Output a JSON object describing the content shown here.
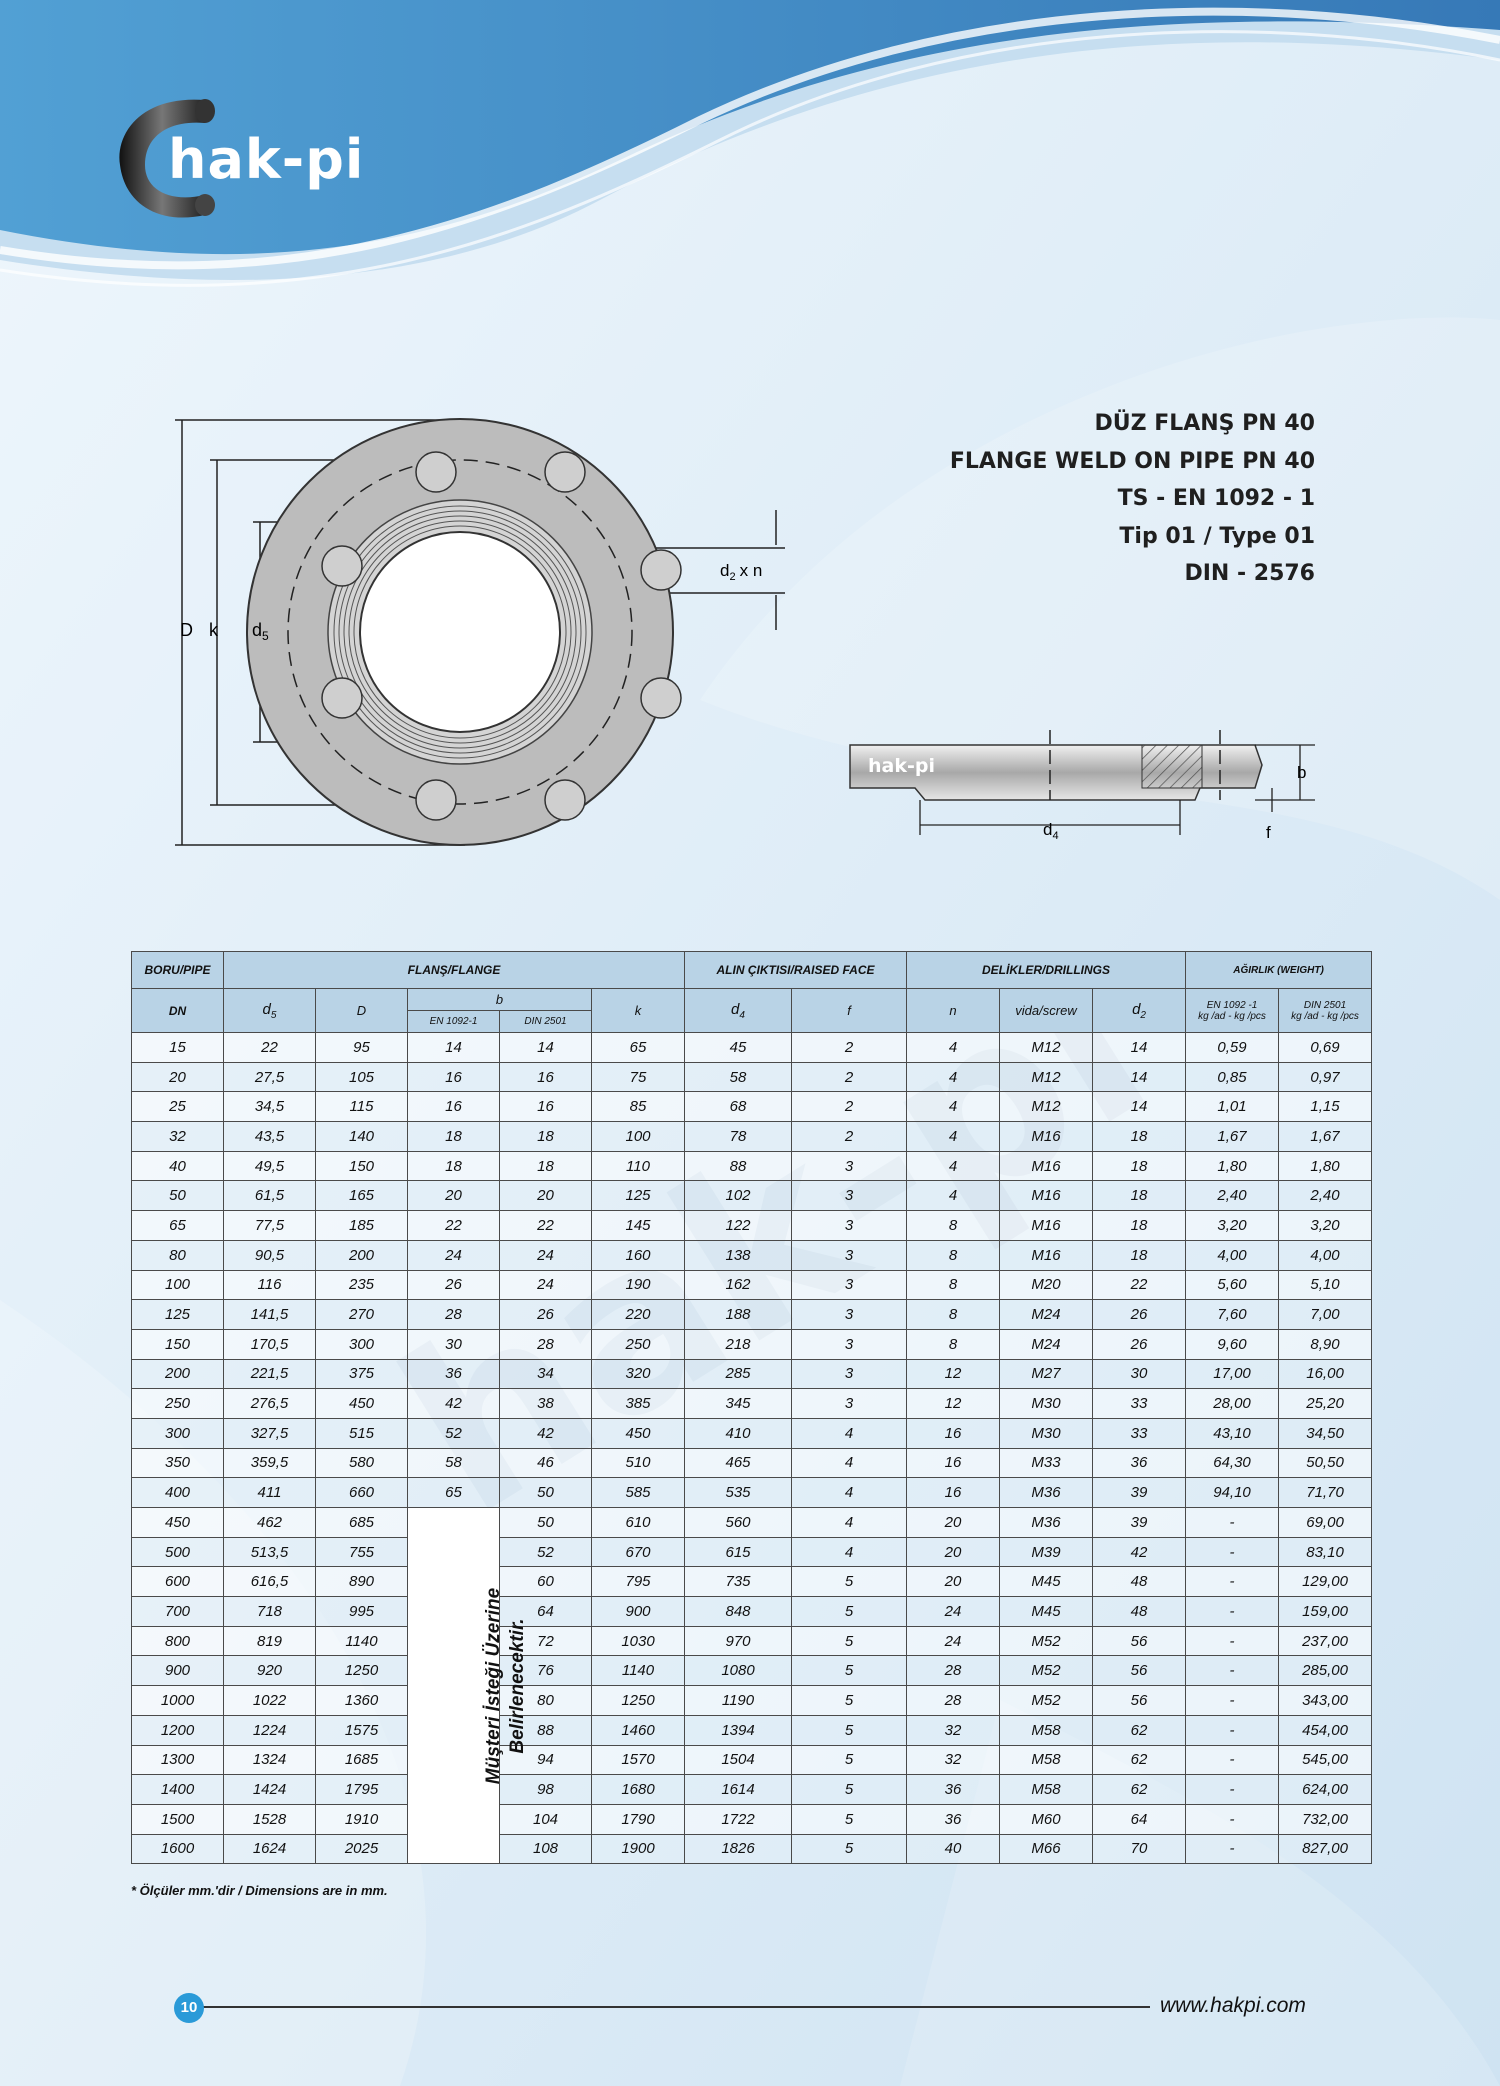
{
  "brand": {
    "logo_text": "hak-pi"
  },
  "titles": [
    "DÜZ FLANŞ PN 40",
    "FLANGE WELD ON PIPE PN 40",
    "TS - EN 1092 - 1",
    "Tip 01 / Type 01",
    "DIN - 2576"
  ],
  "diagram": {
    "front_labels": {
      "D": "D",
      "k": "k",
      "d5": "d",
      "d5_sub": "5",
      "d2": "d",
      "d2_sub": "2",
      "d2_suffix": "x n"
    },
    "side_labels": {
      "b": "b",
      "f": "f",
      "d4": "d",
      "d4_sub": "4",
      "logo": "hak-pi"
    }
  },
  "table": {
    "groups": {
      "pipe": "BORU/PIPE",
      "flange": "FLANŞ/FLANGE",
      "raised": "ALIN ÇIKTISI/RAISED FACE",
      "drill": "DELİKLER/DRILLINGS",
      "weight": "AĞIRLIK  (WEIGHT)"
    },
    "cols": {
      "dn": "DN",
      "d5": "d",
      "d5_sub": "5",
      "D": "D",
      "b": "b",
      "b_en": "EN 1092-1",
      "b_din": "DIN 2501",
      "k": "k",
      "d4": "d",
      "d4_sub": "4",
      "f": "f",
      "n": "n",
      "screw": "vida/screw",
      "d2": "d",
      "d2_sub": "2",
      "w_en": "EN 1092 -1",
      "w_din": "DIN 2501",
      "w_unit": "kg /ad - kg /pcs"
    },
    "note": [
      "Müşteri İsteği Üzerine",
      "Belirlenecektir."
    ],
    "rows": [
      [
        "15",
        "22",
        "95",
        "14",
        "14",
        "65",
        "45",
        "2",
        "4",
        "M12",
        "14",
        "0,59",
        "0,69"
      ],
      [
        "20",
        "27,5",
        "105",
        "16",
        "16",
        "75",
        "58",
        "2",
        "4",
        "M12",
        "14",
        "0,85",
        "0,97"
      ],
      [
        "25",
        "34,5",
        "115",
        "16",
        "16",
        "85",
        "68",
        "2",
        "4",
        "M12",
        "14",
        "1,01",
        "1,15"
      ],
      [
        "32",
        "43,5",
        "140",
        "18",
        "18",
        "100",
        "78",
        "2",
        "4",
        "M16",
        "18",
        "1,67",
        "1,67"
      ],
      [
        "40",
        "49,5",
        "150",
        "18",
        "18",
        "110",
        "88",
        "3",
        "4",
        "M16",
        "18",
        "1,80",
        "1,80"
      ],
      [
        "50",
        "61,5",
        "165",
        "20",
        "20",
        "125",
        "102",
        "3",
        "4",
        "M16",
        "18",
        "2,40",
        "2,40"
      ],
      [
        "65",
        "77,5",
        "185",
        "22",
        "22",
        "145",
        "122",
        "3",
        "8",
        "M16",
        "18",
        "3,20",
        "3,20"
      ],
      [
        "80",
        "90,5",
        "200",
        "24",
        "24",
        "160",
        "138",
        "3",
        "8",
        "M16",
        "18",
        "4,00",
        "4,00"
      ],
      [
        "100",
        "116",
        "235",
        "26",
        "24",
        "190",
        "162",
        "3",
        "8",
        "M20",
        "22",
        "5,60",
        "5,10"
      ],
      [
        "125",
        "141,5",
        "270",
        "28",
        "26",
        "220",
        "188",
        "3",
        "8",
        "M24",
        "26",
        "7,60",
        "7,00"
      ],
      [
        "150",
        "170,5",
        "300",
        "30",
        "28",
        "250",
        "218",
        "3",
        "8",
        "M24",
        "26",
        "9,60",
        "8,90"
      ],
      [
        "200",
        "221,5",
        "375",
        "36",
        "34",
        "320",
        "285",
        "3",
        "12",
        "M27",
        "30",
        "17,00",
        "16,00"
      ],
      [
        "250",
        "276,5",
        "450",
        "42",
        "38",
        "385",
        "345",
        "3",
        "12",
        "M30",
        "33",
        "28,00",
        "25,20"
      ],
      [
        "300",
        "327,5",
        "515",
        "52",
        "42",
        "450",
        "410",
        "4",
        "16",
        "M30",
        "33",
        "43,10",
        "34,50"
      ],
      [
        "350",
        "359,5",
        "580",
        "58",
        "46",
        "510",
        "465",
        "4",
        "16",
        "M33",
        "36",
        "64,30",
        "50,50"
      ],
      [
        "400",
        "411",
        "660",
        "65",
        "50",
        "585",
        "535",
        "4",
        "16",
        "M36",
        "39",
        "94,10",
        "71,70"
      ],
      [
        "450",
        "462",
        "685",
        "",
        "50",
        "610",
        "560",
        "4",
        "20",
        "M36",
        "39",
        "-",
        "69,00"
      ],
      [
        "500",
        "513,5",
        "755",
        "",
        "52",
        "670",
        "615",
        "4",
        "20",
        "M39",
        "42",
        "-",
        "83,10"
      ],
      [
        "600",
        "616,5",
        "890",
        "",
        "60",
        "795",
        "735",
        "5",
        "20",
        "M45",
        "48",
        "-",
        "129,00"
      ],
      [
        "700",
        "718",
        "995",
        "",
        "64",
        "900",
        "848",
        "5",
        "24",
        "M45",
        "48",
        "-",
        "159,00"
      ],
      [
        "800",
        "819",
        "1140",
        "",
        "72",
        "1030",
        "970",
        "5",
        "24",
        "M52",
        "56",
        "-",
        "237,00"
      ],
      [
        "900",
        "920",
        "1250",
        "",
        "76",
        "1140",
        "1080",
        "5",
        "28",
        "M52",
        "56",
        "-",
        "285,00"
      ],
      [
        "1000",
        "1022",
        "1360",
        "",
        "80",
        "1250",
        "1190",
        "5",
        "28",
        "M52",
        "56",
        "-",
        "343,00"
      ],
      [
        "1200",
        "1224",
        "1575",
        "",
        "88",
        "1460",
        "1394",
        "5",
        "32",
        "M58",
        "62",
        "-",
        "454,00"
      ],
      [
        "1300",
        "1324",
        "1685",
        "",
        "94",
        "1570",
        "1504",
        "5",
        "32",
        "M58",
        "62",
        "-",
        "545,00"
      ],
      [
        "1400",
        "1424",
        "1795",
        "",
        "98",
        "1680",
        "1614",
        "5",
        "36",
        "M58",
        "62",
        "-",
        "624,00"
      ],
      [
        "1500",
        "1528",
        "1910",
        "",
        "104",
        "1790",
        "1722",
        "5",
        "36",
        "M60",
        "64",
        "-",
        "732,00"
      ],
      [
        "1600",
        "1624",
        "2025",
        "",
        "108",
        "1900",
        "1826",
        "5",
        "40",
        "M66",
        "70",
        "-",
        "827,00"
      ]
    ]
  },
  "footnote": "* Ölçüler mm.'dir / Dimensions are in mm.",
  "footer": {
    "page": "10",
    "url": "www.hakpi.com"
  },
  "colors": {
    "header_fill": "#b9d3e6",
    "accent_blue": "#2a9ad8",
    "flange_grey": "#bcbcbc"
  }
}
